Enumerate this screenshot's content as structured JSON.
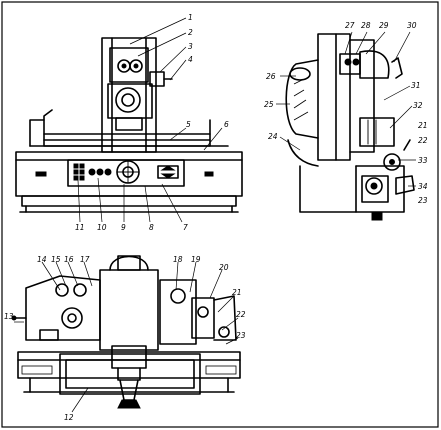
{
  "figure": {
    "views": [
      "front-view",
      "side-view",
      "rear-view"
    ]
  },
  "callouts": {
    "front": [
      "1",
      "2",
      "3",
      "4",
      "5",
      "6",
      "7",
      "8",
      "9",
      "10",
      "11"
    ],
    "side": [
      "21",
      "22",
      "23",
      "24",
      "25",
      "26",
      "27",
      "28",
      "29",
      "30",
      "31",
      "32",
      "33",
      "34"
    ],
    "rear": [
      "12",
      "13",
      "14",
      "15",
      "16",
      "17",
      "18",
      "19",
      "20",
      "21",
      "22",
      "23"
    ]
  }
}
